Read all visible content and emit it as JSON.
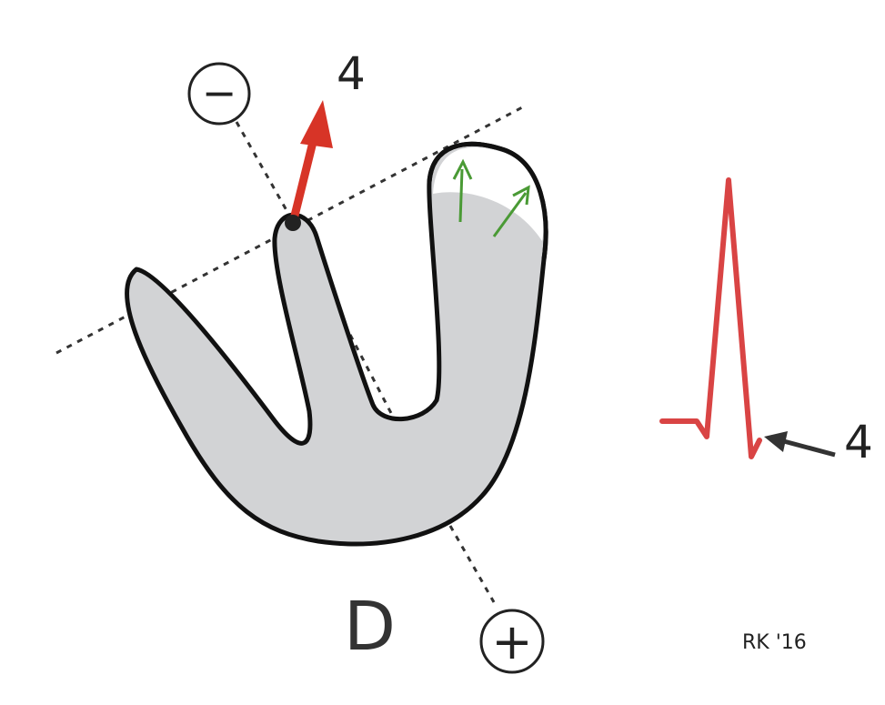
{
  "diagram": {
    "panel_label": "D",
    "vector_label": "4",
    "ecg_label": "4",
    "negative_pole_symbol": "−",
    "positive_pole_symbol": "+",
    "signature": "RK '16",
    "colors": {
      "outline": "#111111",
      "tissue_fill": "#d2d3d5",
      "depolarized_fill": "#ffffff",
      "main_vector": "#d73427",
      "local_vectors": "#4a9a35",
      "ecg_trace": "#d94444",
      "pointer_arrow": "#333333",
      "lead_axis": "#333333"
    }
  }
}
